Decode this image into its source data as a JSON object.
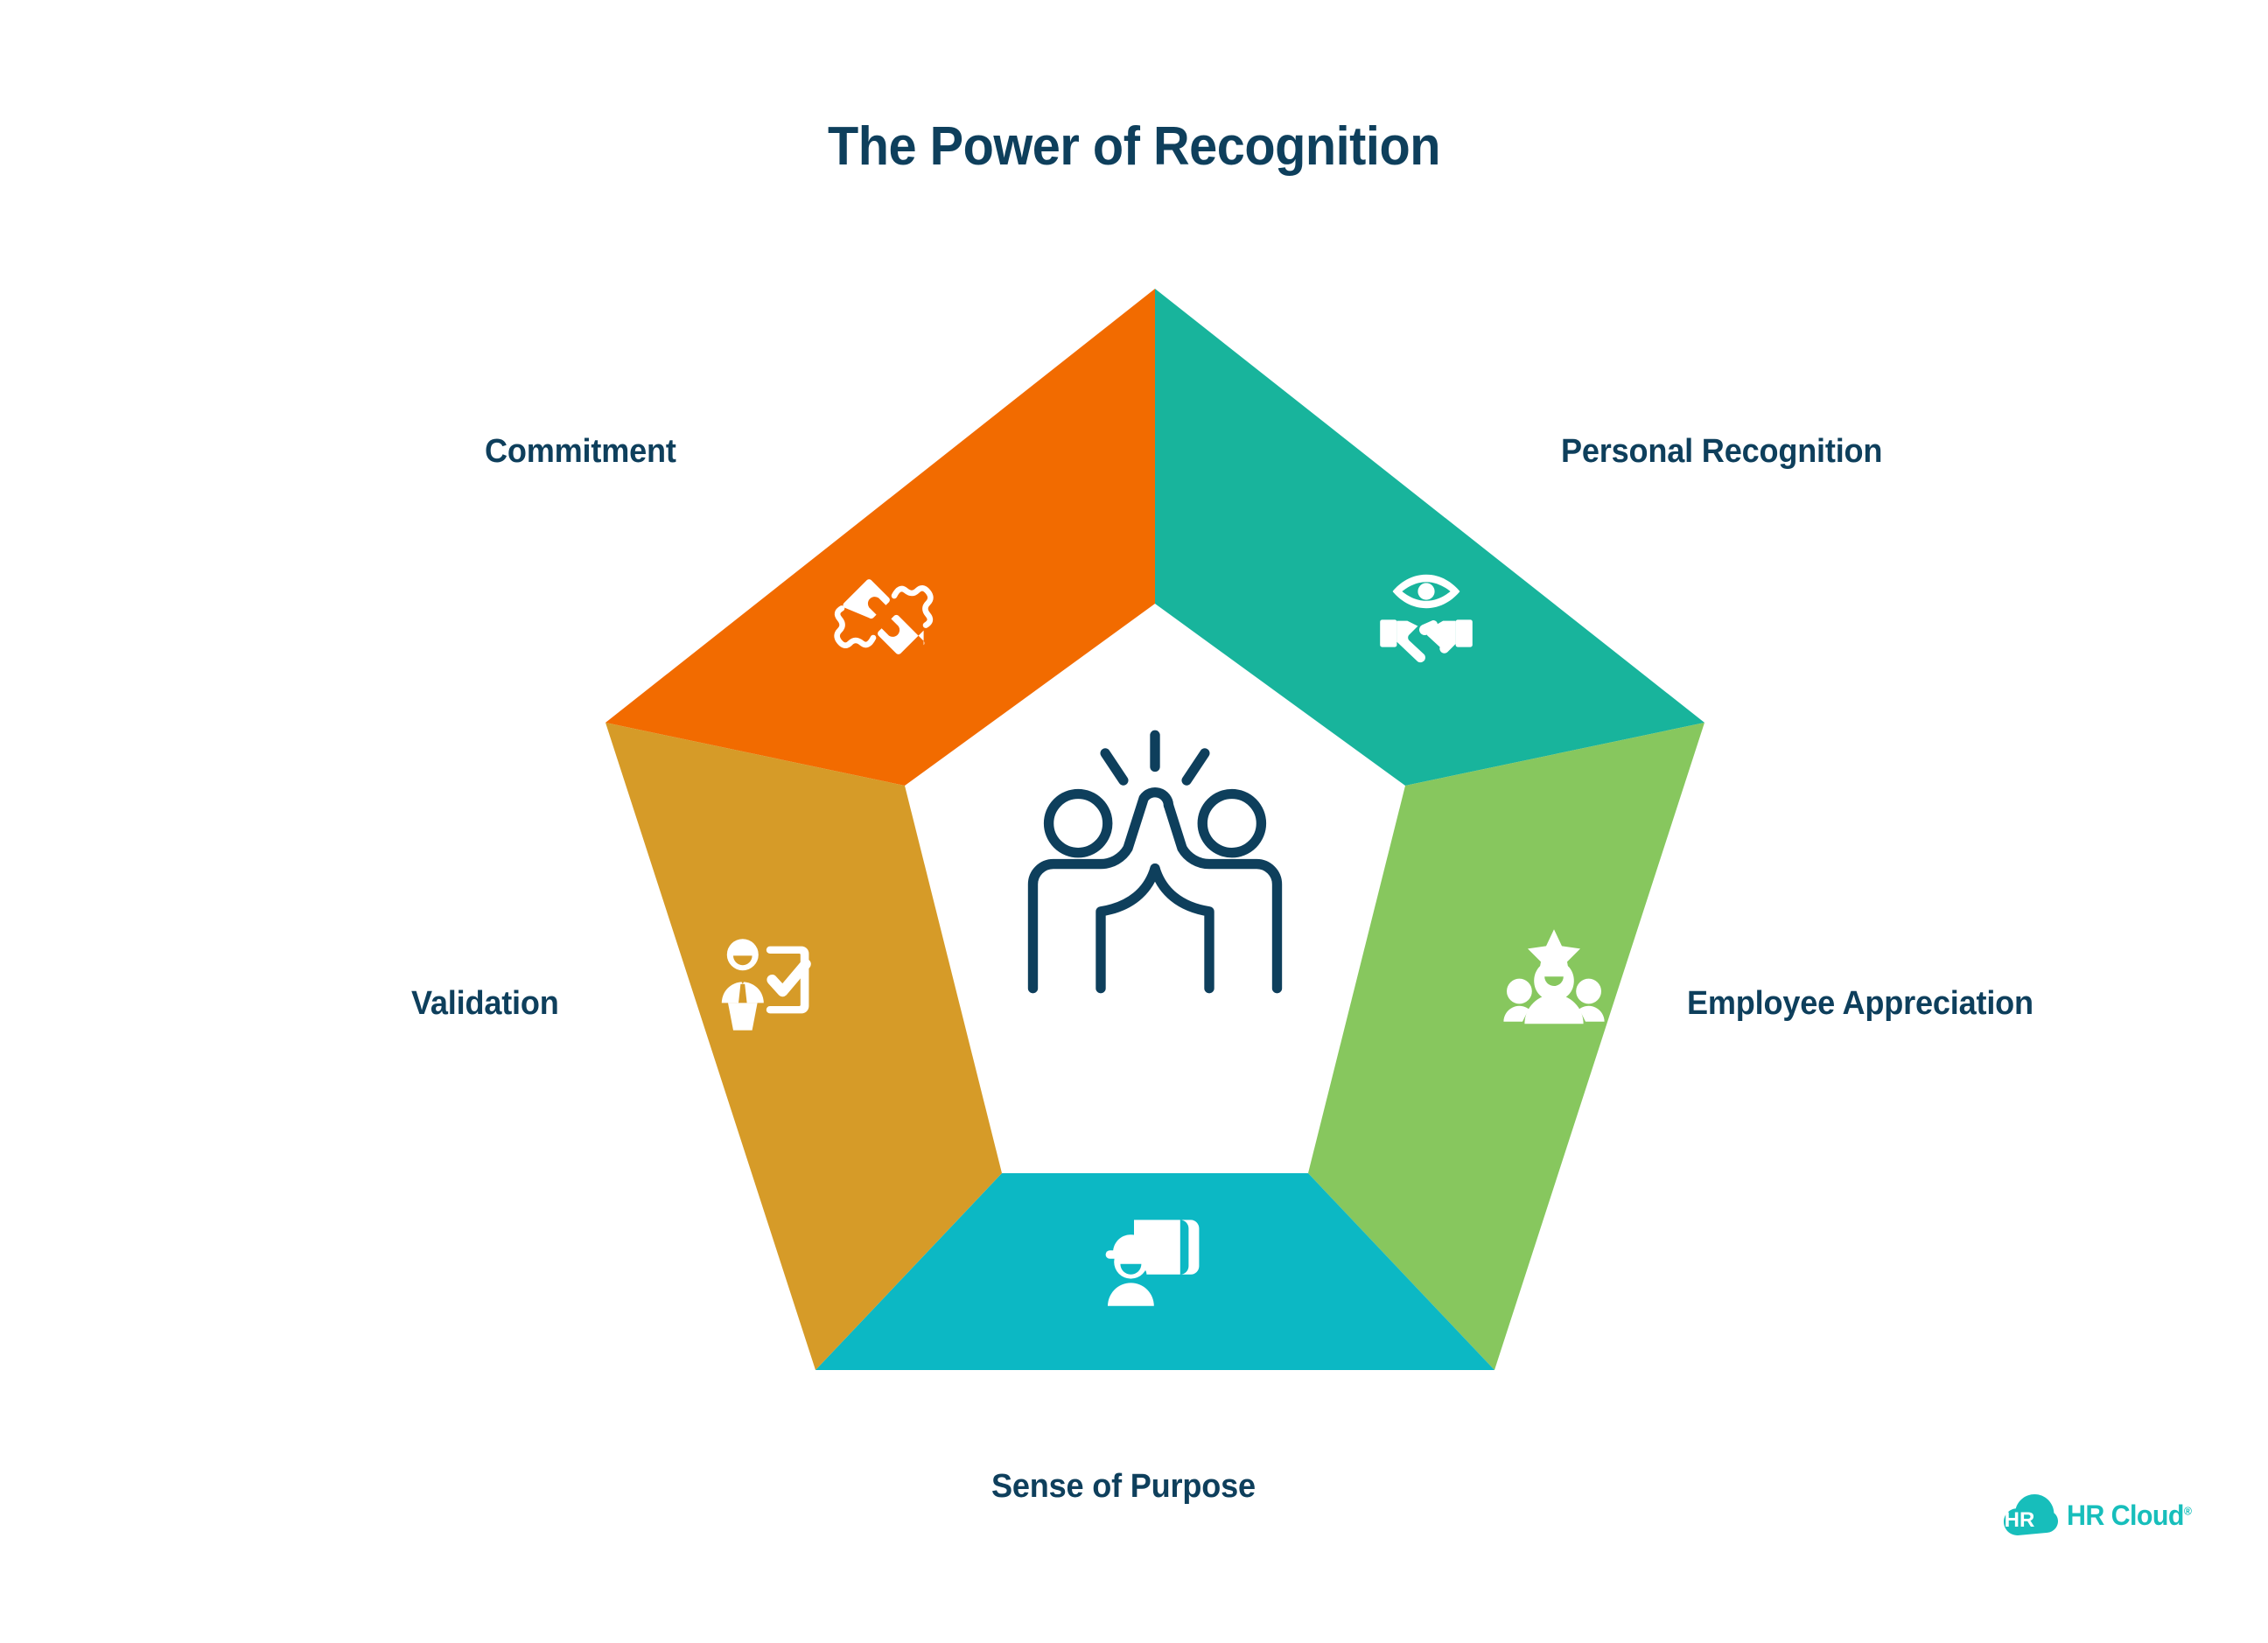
{
  "page": {
    "title": "The Power of Recognition",
    "background_color": "#FFFFFF",
    "text_color": "#0E3F5C"
  },
  "diagram": {
    "type": "pentagon-segment-diagram",
    "center_icon": {
      "name": "two-people-high-five-icon",
      "style": "outline",
      "color": "#0E3F5C"
    },
    "segments": [
      {
        "id": "personal-recognition",
        "label": "Personal Recognition",
        "color": "#18B49C",
        "icon": "eye-over-handshake-icon",
        "position": "top-right"
      },
      {
        "id": "employee-appreciation",
        "label": "Employee Appreciation",
        "color": "#87C75E",
        "icon": "group-with-star-icon",
        "position": "right"
      },
      {
        "id": "sense-of-purpose",
        "label": "Sense of Purpose",
        "color": "#0CB8C4",
        "icon": "hardhat-worker-with-blueprint-icon",
        "position": "bottom"
      },
      {
        "id": "validation",
        "label": "Validation",
        "color": "#D69B28",
        "icon": "person-with-checkbox-icon",
        "position": "left"
      },
      {
        "id": "commitment",
        "label": "Commitment",
        "color": "#F26B00",
        "icon": "interlocking-gears-icon",
        "position": "top-left"
      }
    ]
  },
  "logo": {
    "name": "HR Cloud",
    "badge_text": "HR",
    "wordmark": "HR Cloud",
    "registered_mark": "®",
    "color": "#17BEBB"
  }
}
